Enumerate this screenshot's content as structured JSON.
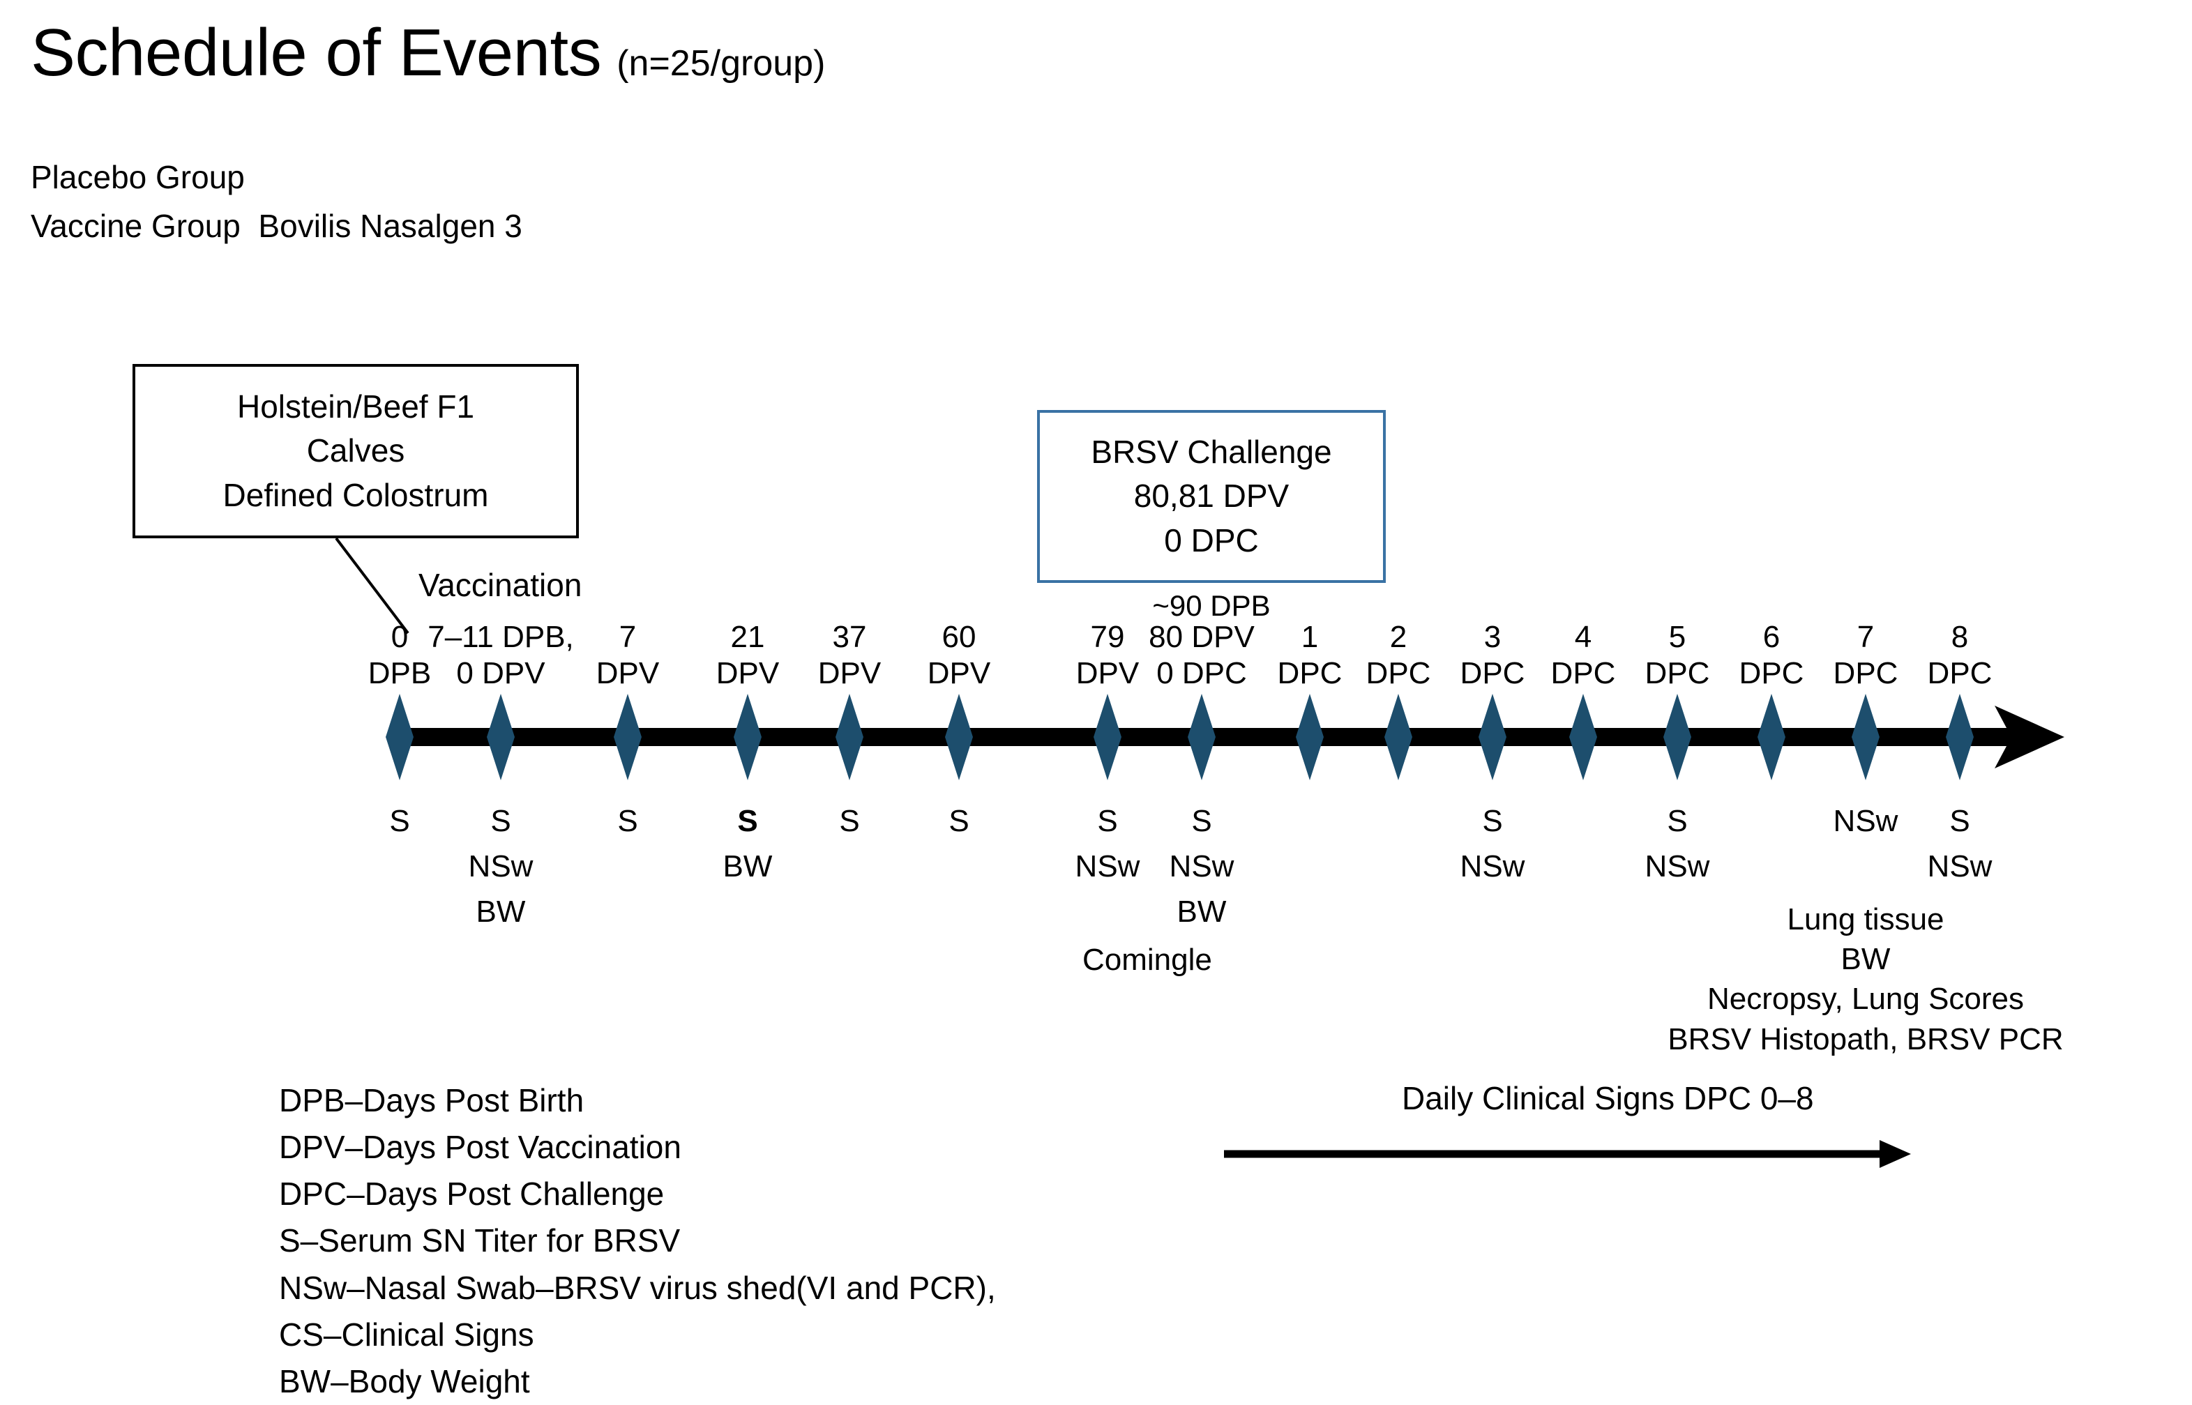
{
  "header": {
    "title": "Schedule of Events",
    "subtitle": "(n=25/group)",
    "groups": "Placebo Group\nVaccine Group  Bovilis Nasalgen 3"
  },
  "colors": {
    "marker": "#1d4e6d",
    "axis": "#000000",
    "challenge_box_border": "#3a72a4",
    "calves_box_border": "#000000",
    "background": "#ffffff",
    "text": "#000000"
  },
  "calves_box": {
    "line1": "Holstein/Beef F1",
    "line2": "Calves",
    "line3": "Defined Colostrum"
  },
  "challenge_box": {
    "line1": "BRSV Challenge",
    "line2": "80,81 DPV",
    "line3": "0 DPC",
    "note": "~90 DPB"
  },
  "vaccination_label": "Vaccination",
  "comingle_label": "Comingle",
  "timeline": {
    "nodes": [
      {
        "top_line1": "0",
        "top_line2": "DPB",
        "below": [
          "S"
        ]
      },
      {
        "top_line1": "7–11 DPB,",
        "top_line2": "0 DPV",
        "below": [
          "S",
          "NSw",
          "BW"
        ]
      },
      {
        "top_line1": "7",
        "top_line2": "DPV",
        "below": [
          "S"
        ]
      },
      {
        "top_line1": "21",
        "top_line2": "DPV",
        "below": [
          "S",
          "BW"
        ],
        "bold_first": true
      },
      {
        "top_line1": "37",
        "top_line2": "DPV",
        "below": [
          "S"
        ]
      },
      {
        "top_line1": "60",
        "top_line2": "DPV",
        "below": [
          "S"
        ]
      },
      {
        "top_line1": "79",
        "top_line2": "DPV",
        "below": [
          "S",
          "NSw"
        ]
      },
      {
        "top_line1": "80 DPV",
        "top_line2": "0 DPC",
        "below": [
          "S",
          "NSw",
          "BW"
        ]
      },
      {
        "top_line1": "1",
        "top_line2": "DPC",
        "below": []
      },
      {
        "top_line1": "2",
        "top_line2": "DPC",
        "below": []
      },
      {
        "top_line1": "3",
        "top_line2": "DPC",
        "below": [
          "S",
          "NSw"
        ]
      },
      {
        "top_line1": "4",
        "top_line2": "DPC",
        "below": []
      },
      {
        "top_line1": "5",
        "top_line2": "DPC",
        "below": [
          "S",
          "NSw"
        ]
      },
      {
        "top_line1": "6",
        "top_line2": "DPC",
        "below": []
      },
      {
        "top_line1": "7",
        "top_line2": "DPC",
        "below": [
          "NSw"
        ]
      },
      {
        "top_line1": "8",
        "top_line2": "DPC",
        "below": [
          "S",
          "NSw"
        ]
      }
    ],
    "necropsy_block": "Lung tissue\nBW\nNecropsy, Lung Scores\nBRSV Histopath, BRSV PCR"
  },
  "legend": {
    "lines": "DPB–Days Post Birth\nDPV–Days Post Vaccination\nDPC–Days Post Challenge\nS–Serum SN Titer for BRSV\nNSw–Nasal Swab–BRSV virus shed(VI and PCR),\nCS–Clinical Signs\nBW–Body Weight"
  },
  "daily_clinical_signs": {
    "label": "Daily Clinical Signs DPC 0–8"
  }
}
